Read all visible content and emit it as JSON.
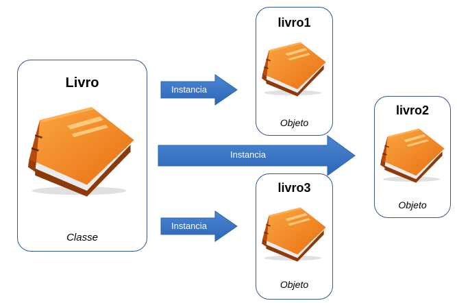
{
  "colors": {
    "box_border": "#2f5597",
    "arrow_fill": "#3c78c8",
    "arrow_edge": "#2c63b0",
    "book_cover": "#f07f1a",
    "book_cover_light": "#f7a23a",
    "book_spine": "#b84a0e",
    "book_pages": "#ececec"
  },
  "class_box": {
    "title": "Livro",
    "caption": "Classe",
    "icon": "book-icon"
  },
  "objects": [
    {
      "title": "livro1",
      "caption": "Objeto",
      "icon": "book-icon"
    },
    {
      "title": "livro2",
      "caption": "Objeto",
      "icon": "book-icon"
    },
    {
      "title": "livro3",
      "caption": "Objeto",
      "icon": "book-icon"
    }
  ],
  "arrows": [
    {
      "label": "Instancia",
      "target": "livro1"
    },
    {
      "label": "Instancia",
      "target": "livro2"
    },
    {
      "label": "Instancia",
      "target": "livro3"
    }
  ]
}
